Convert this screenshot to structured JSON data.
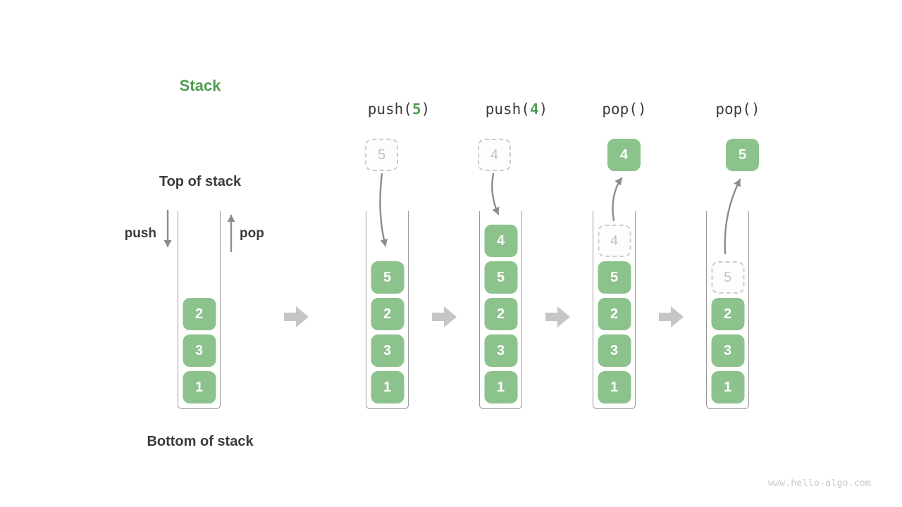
{
  "diagram": {
    "title": "Stack",
    "top_label": "Top of stack",
    "bottom_label": "Bottom of stack",
    "push_label": "push",
    "pop_label": "pop"
  },
  "initial": {
    "stack": [
      {
        "value": "2",
        "style": "solid"
      },
      {
        "value": "3",
        "style": "solid"
      },
      {
        "value": "1",
        "style": "solid"
      }
    ]
  },
  "operations": [
    {
      "prefix": "push(",
      "arg": "5",
      "suffix": ")",
      "floating": {
        "value": "5",
        "style": "ghost"
      },
      "stack": [
        {
          "value": "5",
          "style": "solid"
        },
        {
          "value": "2",
          "style": "solid"
        },
        {
          "value": "3",
          "style": "solid"
        },
        {
          "value": "1",
          "style": "solid"
        }
      ]
    },
    {
      "prefix": "push(",
      "arg": "4",
      "suffix": ")",
      "floating": {
        "value": "4",
        "style": "ghost"
      },
      "stack": [
        {
          "value": "4",
          "style": "solid"
        },
        {
          "value": "5",
          "style": "solid"
        },
        {
          "value": "2",
          "style": "solid"
        },
        {
          "value": "3",
          "style": "solid"
        },
        {
          "value": "1",
          "style": "solid"
        }
      ]
    },
    {
      "prefix": "pop(",
      "arg": "",
      "suffix": ")",
      "floating": {
        "value": "4",
        "style": "solid"
      },
      "stack": [
        {
          "value": "4",
          "style": "ghost"
        },
        {
          "value": "5",
          "style": "solid"
        },
        {
          "value": "2",
          "style": "solid"
        },
        {
          "value": "3",
          "style": "solid"
        },
        {
          "value": "1",
          "style": "solid"
        }
      ]
    },
    {
      "prefix": "pop(",
      "arg": "",
      "suffix": ")",
      "floating": {
        "value": "5",
        "style": "solid"
      },
      "stack": [
        {
          "value": "5",
          "style": "ghost"
        },
        {
          "value": "2",
          "style": "solid"
        },
        {
          "value": "3",
          "style": "solid"
        },
        {
          "value": "1",
          "style": "solid"
        }
      ]
    }
  ],
  "icons": {
    "transition": "right-block-arrow-icon",
    "push_flow": "down-arrow-icon",
    "pop_flow": "up-arrow-icon"
  },
  "watermark": "www.hello-algo.com",
  "colors": {
    "green_box": "#8CC28C",
    "green_text": "#4D9E52",
    "dark_text": "#3B3B3B",
    "wall": "#9A9A9A",
    "arrow": "#8C8C8C",
    "block_arrow": "#C6C6C6",
    "ghost_border": "#CDCDCD",
    "ghost_text": "#C4C4C4",
    "ghost_bg": "#FDFDFD",
    "watermark_text": "#CBCBCB"
  }
}
